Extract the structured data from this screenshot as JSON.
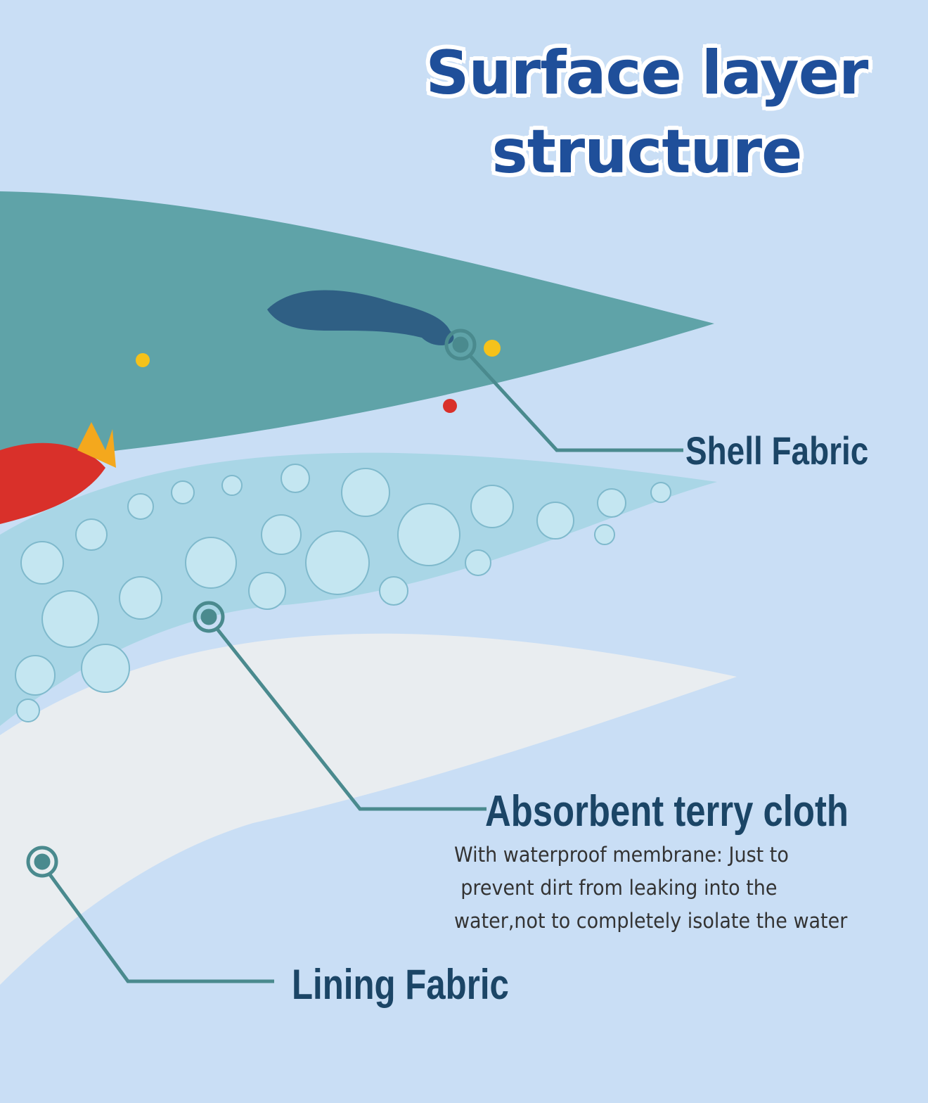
{
  "title": {
    "line1": "Surface layer",
    "line2": "structure"
  },
  "layers": [
    {
      "name": "Shell Fabric"
    },
    {
      "name": "Absorbent terry cloth",
      "description": [
        "With waterproof membrane: Just to",
        "prevent dirt from leaking into the",
        "water,not to completely isolate the water"
      ]
    },
    {
      "name": "Lining Fabric"
    }
  ],
  "colors": {
    "background": "#c9def5",
    "shell": "#5fa3a8",
    "terry": "#a9d6e6",
    "lining": "#e9edf0",
    "leader": "#4a8a8e",
    "label": "#1b4566",
    "title": "#1f4f9a"
  }
}
